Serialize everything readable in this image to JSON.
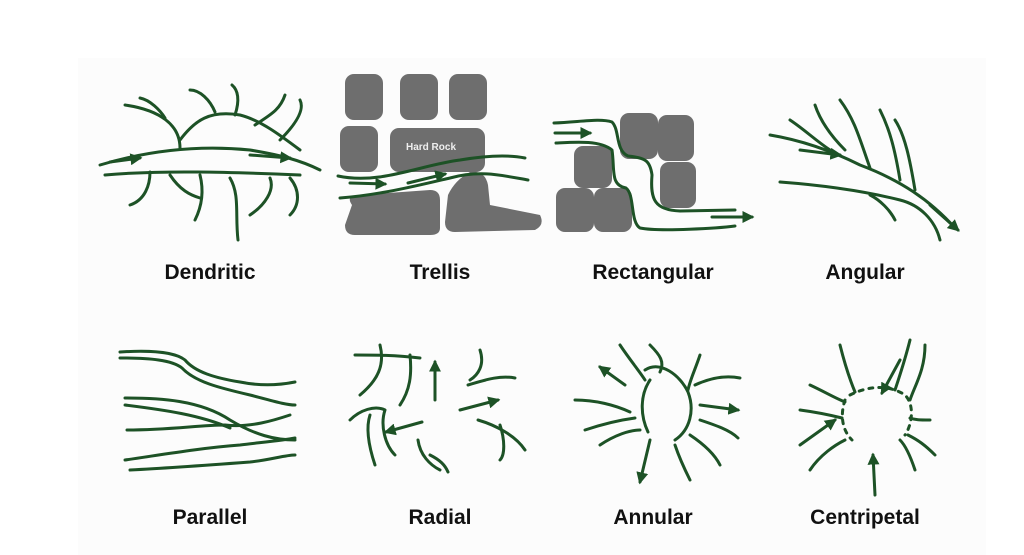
{
  "title": "Drainage patterns",
  "patterns": [
    {
      "label": "Dendritic"
    },
    {
      "label": "Trellis"
    },
    {
      "label": "Rectangular"
    },
    {
      "label": "Angular"
    },
    {
      "label": "Parallel"
    },
    {
      "label": "Radial"
    },
    {
      "label": "Annular"
    },
    {
      "label": "Centripetal"
    }
  ],
  "trellis_rock_label": "Hard Rock",
  "colors": {
    "stream": "#1d5226",
    "rock": "#6e6e6e",
    "label": "#111111"
  }
}
